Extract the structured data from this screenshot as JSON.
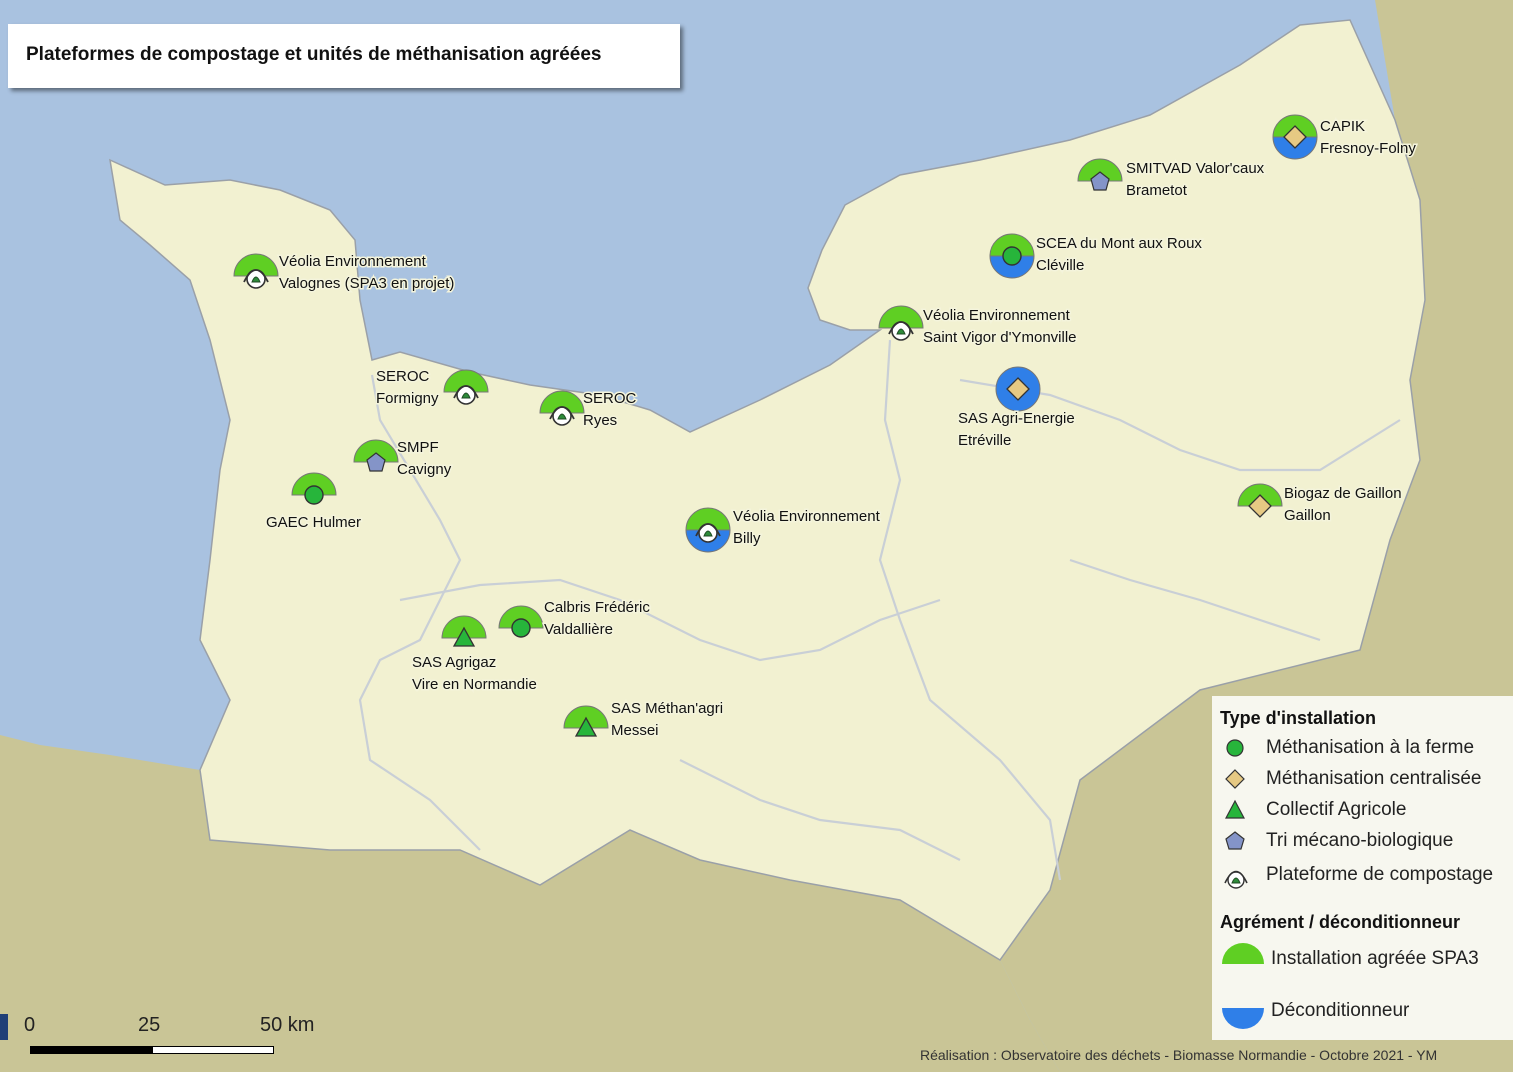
{
  "title": "Plateformes de compostage et unités de méthanisation agréées",
  "colors": {
    "sea": "#a9c2e0",
    "land_region": "#f2f1d1",
    "land_outside": "#c9c596",
    "spa3_green": "#5fcf23",
    "deconditionneur_blue": "#2f7fe8",
    "ferme_green": "#27b53b",
    "centralisee_tan": "#e6c983",
    "tri_blue": "#8494c8"
  },
  "sites": [
    {
      "type": "compostage",
      "top": "spa3",
      "bottom": null,
      "lines": [
        "Véolia Environnement",
        "Valognes (SPA3 en projet)"
      ]
    },
    {
      "type": "compostage",
      "top": "spa3",
      "bottom": null,
      "lines": [
        "SEROC",
        "Formigny"
      ]
    },
    {
      "type": "compostage",
      "top": "spa3",
      "bottom": null,
      "lines": [
        "SEROC",
        "Ryes"
      ]
    },
    {
      "type": "tri",
      "top": "spa3",
      "bottom": null,
      "lines": [
        "SMPF",
        "Cavigny"
      ]
    },
    {
      "type": "ferme",
      "top": "spa3",
      "bottom": null,
      "lines": [
        "GAEC Hulmer"
      ]
    },
    {
      "type": "compostage",
      "top": "spa3",
      "bottom": "deconditionneur",
      "lines": [
        "Véolia Environnement",
        "Billy"
      ]
    },
    {
      "type": "ferme",
      "top": "spa3",
      "bottom": null,
      "lines": [
        "Calbris Frédéric",
        "Valdallière"
      ]
    },
    {
      "type": "collectif",
      "top": "spa3",
      "bottom": null,
      "lines": [
        "SAS Agrigaz",
        "Vire en Normandie"
      ]
    },
    {
      "type": "collectif",
      "top": "spa3",
      "bottom": null,
      "lines": [
        "SAS Méthan'agri",
        "Messei"
      ]
    },
    {
      "type": "compostage",
      "top": "spa3",
      "bottom": null,
      "lines": [
        "Véolia Environnement",
        "Saint Vigor d'Ymonville"
      ]
    },
    {
      "type": "ferme",
      "top": "spa3",
      "bottom": "deconditionneur",
      "lines": [
        "SCEA du Mont aux Roux",
        "Cléville"
      ]
    },
    {
      "type": "tri",
      "top": "spa3",
      "bottom": null,
      "lines": [
        "SMITVAD Valor'caux",
        "Brametot"
      ]
    },
    {
      "type": "centralisee",
      "top": "spa3",
      "bottom": "deconditionneur",
      "lines": [
        "CAPIK",
        "Fresnoy-Folny"
      ]
    },
    {
      "type": "centralisee",
      "top": "deconditionneur",
      "bottom": "deconditionneur",
      "lines": [
        "SAS Agri-Energie",
        "Etréville"
      ]
    },
    {
      "type": "centralisee",
      "top": "spa3",
      "bottom": null,
      "lines": [
        "Biogaz de Gaillon",
        "Gaillon"
      ]
    }
  ],
  "legend": {
    "type_title": "Type d'installation",
    "types": [
      {
        "icon": "circle-icon",
        "label": "Méthanisation à la ferme"
      },
      {
        "icon": "diamond-icon",
        "label": "Méthanisation centralisée"
      },
      {
        "icon": "triangle-icon",
        "label": "Collectif Agricole"
      },
      {
        "icon": "pentagon-icon",
        "label": "Tri mécano-biologique"
      },
      {
        "icon": "compost-icon",
        "label": "Plateforme de compostage"
      }
    ],
    "agrement_title": "Agrément / déconditionneur",
    "agrements": [
      {
        "icon": "green-half-disc-icon",
        "label": "Installation agréée SPA3"
      },
      {
        "icon": "blue-half-disc-icon",
        "label": "Déconditionneur"
      }
    ]
  },
  "scale": {
    "labels": [
      "0",
      "25",
      "50 km"
    ]
  },
  "credit": "Réalisation : Observatoire des déchets - Biomasse Normandie - Octobre 2021 - YM"
}
